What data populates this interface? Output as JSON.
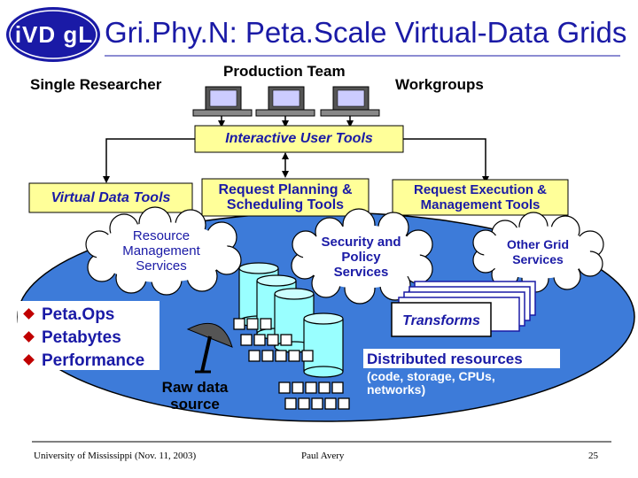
{
  "logo": {
    "text": "iVD gL"
  },
  "title": "Gri.Phy.N: Peta.Scale Virtual-Data Grids",
  "users": {
    "single_researcher": "Single Researcher",
    "production_team": "Production Team",
    "workgroups": "Workgroups"
  },
  "tools": {
    "interactive_user_tools": "Interactive User Tools",
    "virtual_data_tools": "Virtual Data Tools",
    "request_planning": [
      "Request Planning &",
      "Scheduling Tools"
    ],
    "request_execution": [
      "Request Execution &",
      "Management Tools"
    ]
  },
  "services": {
    "resource_management": [
      "Resource",
      "Management",
      "Services"
    ],
    "security_policy": [
      "Security and",
      "Policy",
      "Services"
    ],
    "other_grid": [
      "Other Grid",
      "Services"
    ]
  },
  "bullets": [
    "Peta.Ops",
    "Petabytes",
    "Performance"
  ],
  "transforms": "Transforms",
  "raw_data_source": [
    "Raw data",
    "source"
  ],
  "distributed_resources": {
    "heading": "Distributed resources",
    "detail": [
      "(code, storage, CPUs,",
      "networks)"
    ]
  },
  "footer": {
    "left": "University of Mississippi (Nov. 11, 2003)",
    "center": "Paul Avery",
    "page": "25"
  },
  "colors": {
    "title_blue": "#1a1aa6",
    "ellipse_blue": "#3d7bd9",
    "box_yellow": "#ffff99",
    "bullet_red": "#c00000",
    "cylinder_cyan": "#99ffff"
  }
}
